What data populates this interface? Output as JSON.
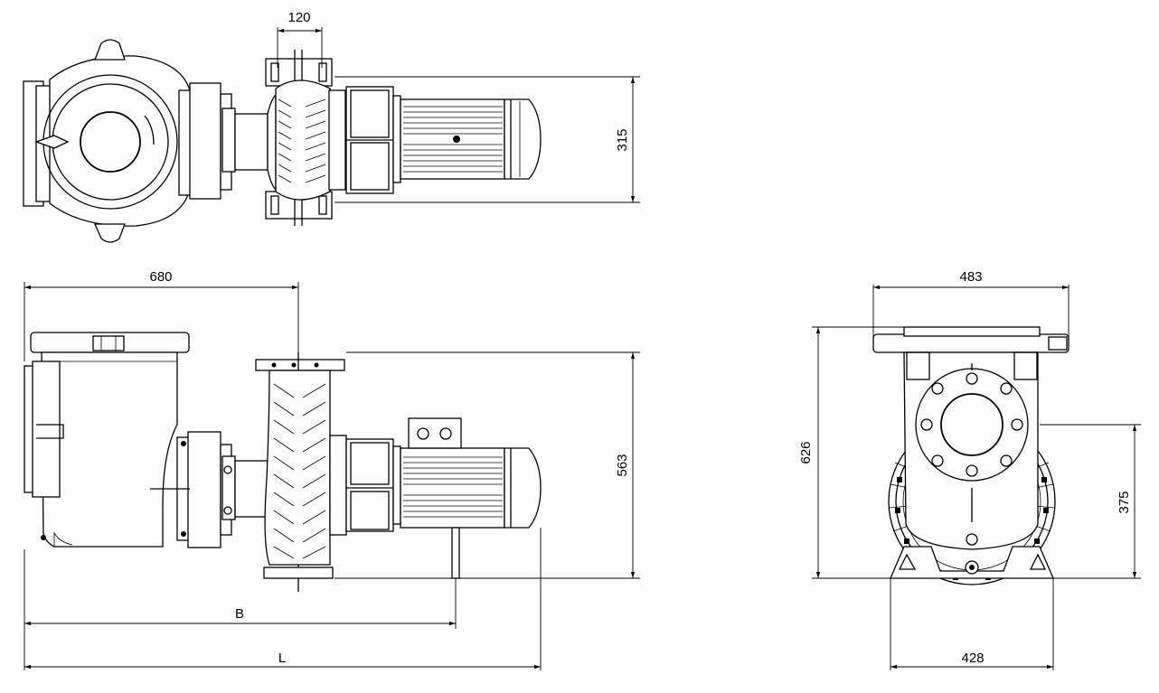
{
  "dimensions": {
    "top_width_120": "120",
    "top_height_315": "315",
    "side_length_680": "680",
    "side_height_563": "563",
    "side_B": "B",
    "side_L": "L",
    "front_width_483": "483",
    "front_height_626": "626",
    "front_height_375": "375",
    "front_base_428": "428"
  }
}
